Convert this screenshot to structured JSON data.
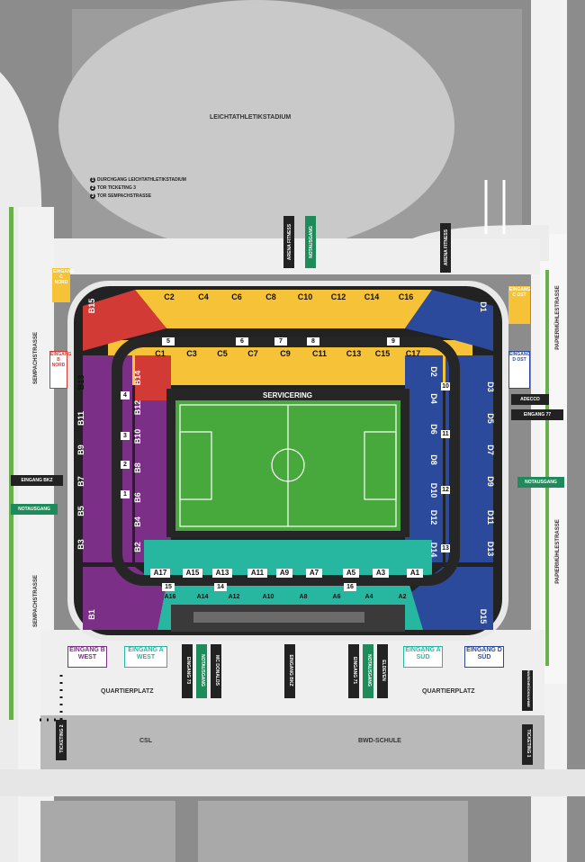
{
  "areas": {
    "athletics_stadium": "LEICHTATHLETIKSTADIUM",
    "quartierplatz_left": "QUARTIERPLATZ",
    "quartierplatz_right": "QUARTIERPLATZ",
    "csl": "CSL",
    "bwd": "BWD-SCHULE",
    "servicering": "SERVICERING"
  },
  "legend": [
    {
      "num": "1",
      "text": "DURCHGANG LEICHTATHLETIKSTADIUM"
    },
    {
      "num": "2",
      "text": "TOR TICKETING 3"
    },
    {
      "num": "3",
      "text": "TOR SEMPACHSTRASSE"
    }
  ],
  "streets": {
    "sempach_top": "SEMPACHSTRASSE",
    "sempach_bottom": "SEMPACHSTRASSE",
    "papier_top": "PAPIERMÜHLESTRASSE",
    "papier_bottom": "PAPIERMÜHLESTRASSE"
  },
  "sections": {
    "c_upper": [
      "C2",
      "C4",
      "C6",
      "C8",
      "C10",
      "C12",
      "C14",
      "C16"
    ],
    "c_lower": [
      "C1",
      "C3",
      "C5",
      "C7",
      "C9",
      "C11",
      "C13",
      "C15",
      "C17"
    ],
    "c_nums": [
      "5",
      "6",
      "7",
      "8",
      "9"
    ],
    "a_lower": [
      "A17",
      "A15",
      "A13",
      "A11",
      "A9",
      "A7",
      "A5",
      "A3",
      "A1"
    ],
    "a_upper": [
      "A16",
      "A14",
      "A12",
      "A10",
      "A8",
      "A6",
      "A4",
      "A2"
    ],
    "a_nums": [
      "15",
      "14",
      "16"
    ],
    "b_outer": [
      "B15",
      "B13",
      "B11",
      "B9",
      "B7",
      "B5",
      "B3",
      "B1"
    ],
    "b_inner": [
      "B14",
      "B12",
      "B10",
      "B8",
      "B6",
      "B4",
      "B2"
    ],
    "b_nums": [
      "4",
      "3",
      "2",
      "1"
    ],
    "d_outer": [
      "D1",
      "D3",
      "D5",
      "D7",
      "D9",
      "D11",
      "D13",
      "D15"
    ],
    "d_inner": [
      "D2",
      "D4",
      "D6",
      "D8",
      "D10",
      "D12",
      "D14"
    ],
    "d_nums": [
      "10",
      "11",
      "12",
      "13"
    ]
  },
  "entrances": {
    "b_nord": "EINGANG B NORD",
    "c_nord": "EINGANG C NORD",
    "c_ost": "EINGANG C OST",
    "d_ost": "EINGANG D OST",
    "b_west": "EINGANG B WEST",
    "a_west": "EINGANG A WEST",
    "a_sued": "EINGANG A SÜD",
    "d_sued": "EINGANG D SÜD"
  },
  "tags": {
    "eingang_bkz": "EINGANG BKZ",
    "notausgang_left": "NOTAUSGANG",
    "notausgang_right": "NOTAUSGANG",
    "adecco": "ADECCO",
    "eingang77": "EINGANG 77",
    "arena_fitness_top": "ARENA FITNESS",
    "notausgang_top": "NOTAUSGANG",
    "arena_fitness_right": "ARENA FITNESS",
    "eingang73": "EINGANG 73",
    "notausgang_s1": "NOTAUSGANG",
    "mcdonalds": "MC DONALDS",
    "eingang_bkz_south": "EINGANG BKZ",
    "eingang71": "EINGANG 71",
    "notausgang_s2": "NOTAUSGANG",
    "eldeven": "ELDEVEN",
    "ticketing1": "TICKETING 1",
    "ticketing2": "TICKETING 2",
    "warenruecknahme": "WARENRÜCKNAHME"
  },
  "colors": {
    "c_stand": "#f6c238",
    "a_stand": "#27b7a1",
    "b_stand": "#7b2f87",
    "b_north": "#d23a35",
    "d_stand": "#2b4a9c",
    "pitch": "#47a83c",
    "ring": "#262626",
    "green_accent": "#2ea36b"
  }
}
